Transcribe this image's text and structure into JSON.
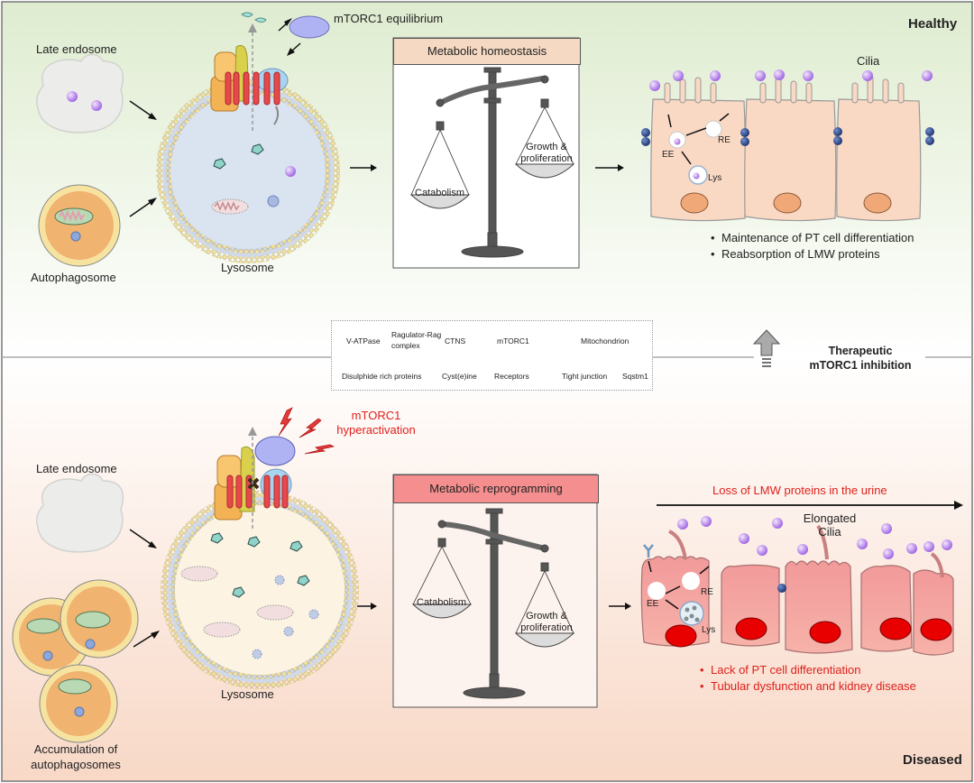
{
  "panels": {
    "healthy": {
      "label": "Healthy",
      "late_endosome": "Late endosome",
      "autophagosome": "Autophagosome",
      "lysosome": "Lysosome",
      "mtorc1_state": "mTORC1 equilibrium",
      "balance_title": "Metabolic homeostasis",
      "balance_left": "Catabolism",
      "balance_right": [
        "Growth &",
        "proliferation"
      ],
      "cell_labels": {
        "cilia": "Cilia",
        "ee": "EE",
        "re": "RE",
        "lys": "Lys"
      },
      "outcomes": [
        "Maintenance of PT cell differentiation",
        "Reabsorption of LMW proteins"
      ]
    },
    "diseased": {
      "label": "Diseased",
      "late_endosome": "Late endosome",
      "autophagosome": [
        "Accumulation of",
        "autophagosomes"
      ],
      "lysosome": "Lysosome",
      "mtorc1_state": [
        "mTORC1",
        "hyperactivation"
      ],
      "balance_title": "Metabolic reprogramming",
      "balance_left": "Catabolism",
      "balance_right": [
        "Growth &",
        "proliferation"
      ],
      "urine_loss": "Loss of LMW proteins in the urine",
      "cell_labels": {
        "cilia": [
          "Elongated",
          "Cilia"
        ],
        "ee": "EE",
        "re": "RE",
        "lys": "Lys"
      },
      "outcomes": [
        "Lack of PT cell differentiation",
        "Tubular dysfunction and kidney disease"
      ]
    }
  },
  "therapy": [
    "Therapeutic",
    "mTORC1 inhibition"
  ],
  "legend": [
    {
      "icon": "v-atpase-icon",
      "label": "V-ATPase"
    },
    {
      "icon": "ragulator-rag-icon",
      "label": [
        "Ragulator-Rag",
        "complex"
      ]
    },
    {
      "icon": "ctns-icon",
      "label": "CTNS"
    },
    {
      "icon": "mtorc1-icon",
      "label": "mTORC1"
    },
    {
      "icon": "mitochondrion-icon",
      "label": "Mitochondrion"
    },
    {
      "icon": "disulphide-protein-icon",
      "label": "Disulphide rich proteins"
    },
    {
      "icon": "cystine-icon",
      "label": "Cyst(e)ine"
    },
    {
      "icon": "receptor-icon",
      "label": "Receptors"
    },
    {
      "icon": "tight-junction-icon",
      "label": "Tight junction"
    },
    {
      "icon": "sqstm1-icon",
      "label": "Sqstm1"
    }
  ],
  "colors": {
    "healthy_bg_top": "#e4efd6",
    "diseased_bg_bottom": "#f9dccb",
    "healthy_box_header": "#f5d9c2",
    "diseased_box_header": "#f58f8f",
    "disease_text": "#e0201c",
    "healthy_cell": "#f9d9c3",
    "diseased_cell": "#ee7b7b",
    "healthy_nucleus": "#f1a878",
    "diseased_nucleus": "#e80000"
  }
}
